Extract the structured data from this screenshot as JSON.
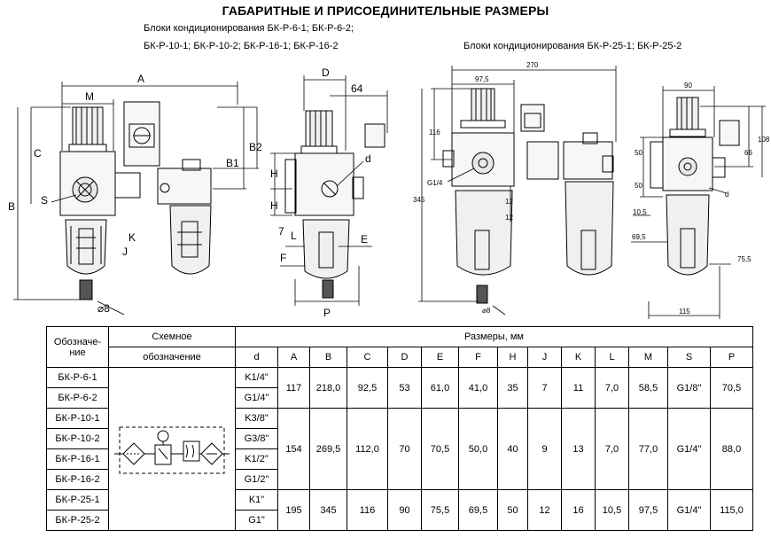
{
  "title": "ГАБАРИТНЫЕ И ПРИСОЕДИНИТЕЛЬНЫЕ РАЗМЕРЫ",
  "subtitle_left_1": "Блоки кондиционирования БК-Р-6-1; БК-Р-6-2;",
  "subtitle_left_2": "БК-Р-10-1; БК-Р-10-2; БК-Р-16-1; БК-Р-16-2",
  "subtitle_right": "Блоки кондиционирования БК-Р-25-1; БК-Р-25-2",
  "drawing_labels": {
    "front": [
      "A",
      "M",
      "C",
      "B",
      "S",
      "K",
      "J",
      "B2",
      "B1",
      "⌀8"
    ],
    "side": [
      "D",
      "64",
      "H",
      "H",
      "d",
      "7",
      "L",
      "F",
      "E",
      "P"
    ],
    "front_large": [
      "270",
      "97,5",
      "116",
      "345",
      "G1/4",
      "12",
      "12",
      "⌀8"
    ],
    "side_large": [
      "90",
      "66",
      "108",
      "50",
      "50",
      "d",
      "10,5",
      "69,5",
      "75,5",
      "115"
    ]
  },
  "table": {
    "col_designation": "Обозначе-ние",
    "col_scheme_1": "Схемное",
    "col_scheme_2": "обозначение",
    "col_sizes": "Размеры, мм",
    "dim_headers": [
      "d",
      "A",
      "B",
      "C",
      "D",
      "E",
      "F",
      "H",
      "J",
      "K",
      "L",
      "M",
      "S",
      "P"
    ],
    "designations": [
      "БК-Р-6-1",
      "БК-Р-6-2",
      "БК-Р-10-1",
      "БК-Р-10-2",
      "БК-Р-16-1",
      "БК-Р-16-2",
      "БК-Р-25-1",
      "БК-Р-25-2"
    ],
    "threads": [
      "K1/4\"",
      "G1/4\"",
      "K3/8\"",
      "G3/8\"",
      "K1/2\"",
      "G1/2\"",
      "K1\"",
      "G1\""
    ],
    "groups": [
      {
        "A": "117",
        "B": "218,0",
        "C": "92,5",
        "D": "53",
        "E": "61,0",
        "F": "41,0",
        "H": "35",
        "J": "7",
        "K": "11",
        "L": "7,0",
        "M": "58,5",
        "S": "G1/8\"",
        "P": "70,5"
      },
      {
        "A": "154",
        "B": "269,5",
        "C": "112,0",
        "D": "70",
        "E": "70,5",
        "F": "50,0",
        "H": "40",
        "J": "9",
        "K": "13",
        "L": "7,0",
        "M": "77,0",
        "S": "G1/4\"",
        "P": "88,0"
      },
      {
        "A": "195",
        "B": "345",
        "C": "116",
        "D": "90",
        "E": "75,5",
        "F": "69,5",
        "H": "50",
        "J": "12",
        "K": "16",
        "L": "10,5",
        "M": "97,5",
        "S": "G1/4\"",
        "P": "115,0"
      }
    ]
  }
}
